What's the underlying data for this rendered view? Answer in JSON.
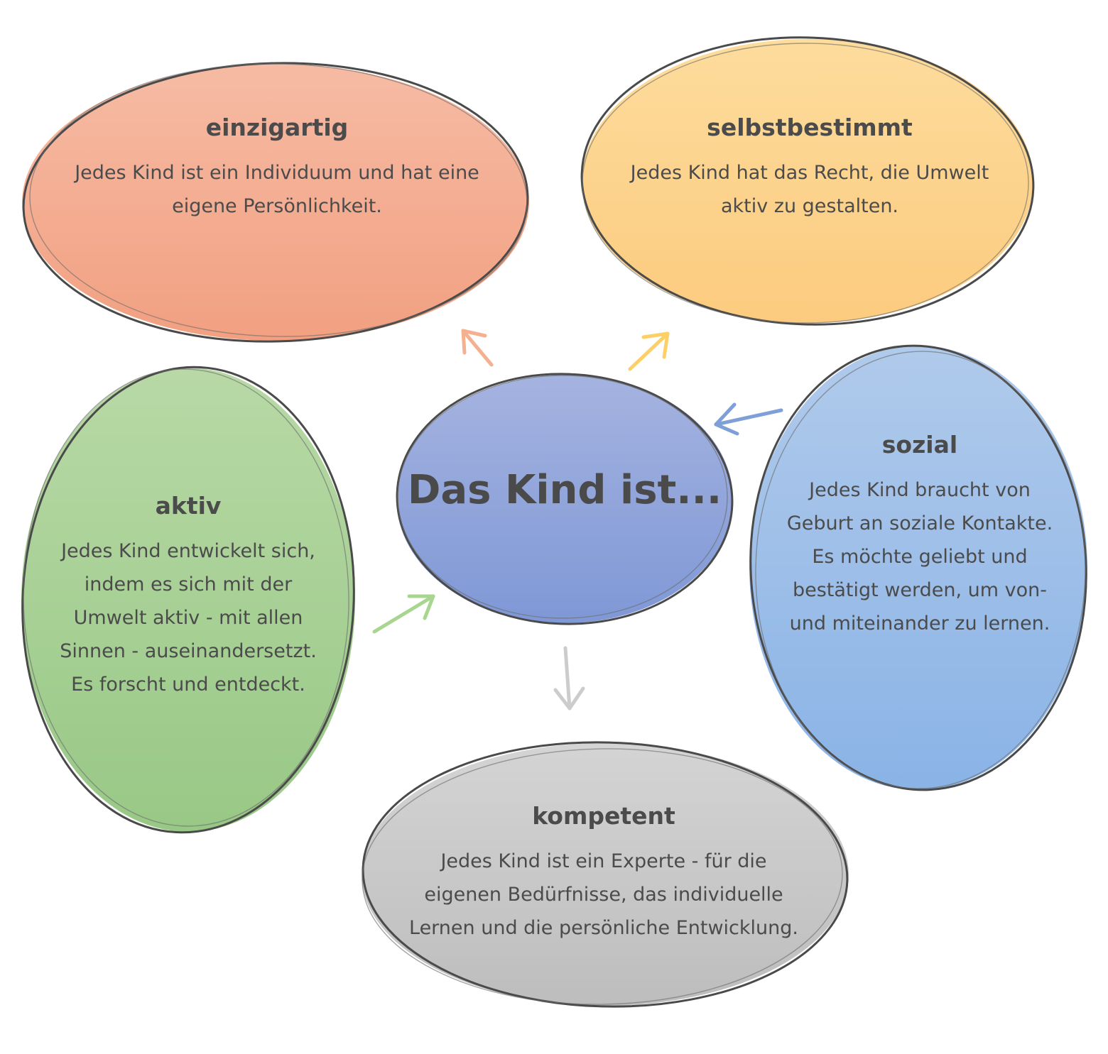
{
  "center": {
    "label": "Das Kind ist...",
    "color": "#8fa4da"
  },
  "bubbles": [
    {
      "key": "einzigartig",
      "title": "einzigartig",
      "lines": [
        "Jedes Kind ist ein Individuum und hat eine",
        "eigene Persönlichkeit."
      ],
      "color": "#f4a88c"
    },
    {
      "key": "selbstbestimmt",
      "title": "selbstbestimmt",
      "lines": [
        "Jedes Kind hat das Recht, die Umwelt",
        "aktiv zu gestalten."
      ],
      "color": "#fdd48f"
    },
    {
      "key": "sozial",
      "title": "sozial",
      "lines": [
        "Jedes Kind braucht von",
        "Geburt an soziale Kontakte.",
        "Es möchte geliebt und",
        "bestätigt werden, um von-",
        "und miteinander zu lernen."
      ],
      "color": "#9bbde8"
    },
    {
      "key": "aktiv",
      "title": "aktiv",
      "lines": [
        "Jedes Kind entwickelt sich,",
        "indem es sich mit der",
        "Umwelt aktiv - mit allen",
        "Sinnen - auseinandersetzt.",
        "Es forscht und entdeckt."
      ],
      "color": "#a6d090"
    },
    {
      "key": "kompetent",
      "title": "kompetent",
      "lines": [
        "Jedes Kind ist ein Experte - für die",
        "eigenen Bedürfnisse, das individuelle",
        "Lernen und die persönliche Entwicklung."
      ],
      "color": "#c8c8c8"
    }
  ],
  "arrows": {
    "einzigartig": "#f4b08f",
    "selbstbestimmt": "#fcd067",
    "sozial": "#7f9fd9",
    "aktiv": "#a8d690",
    "kompetent": "#cccccc"
  }
}
